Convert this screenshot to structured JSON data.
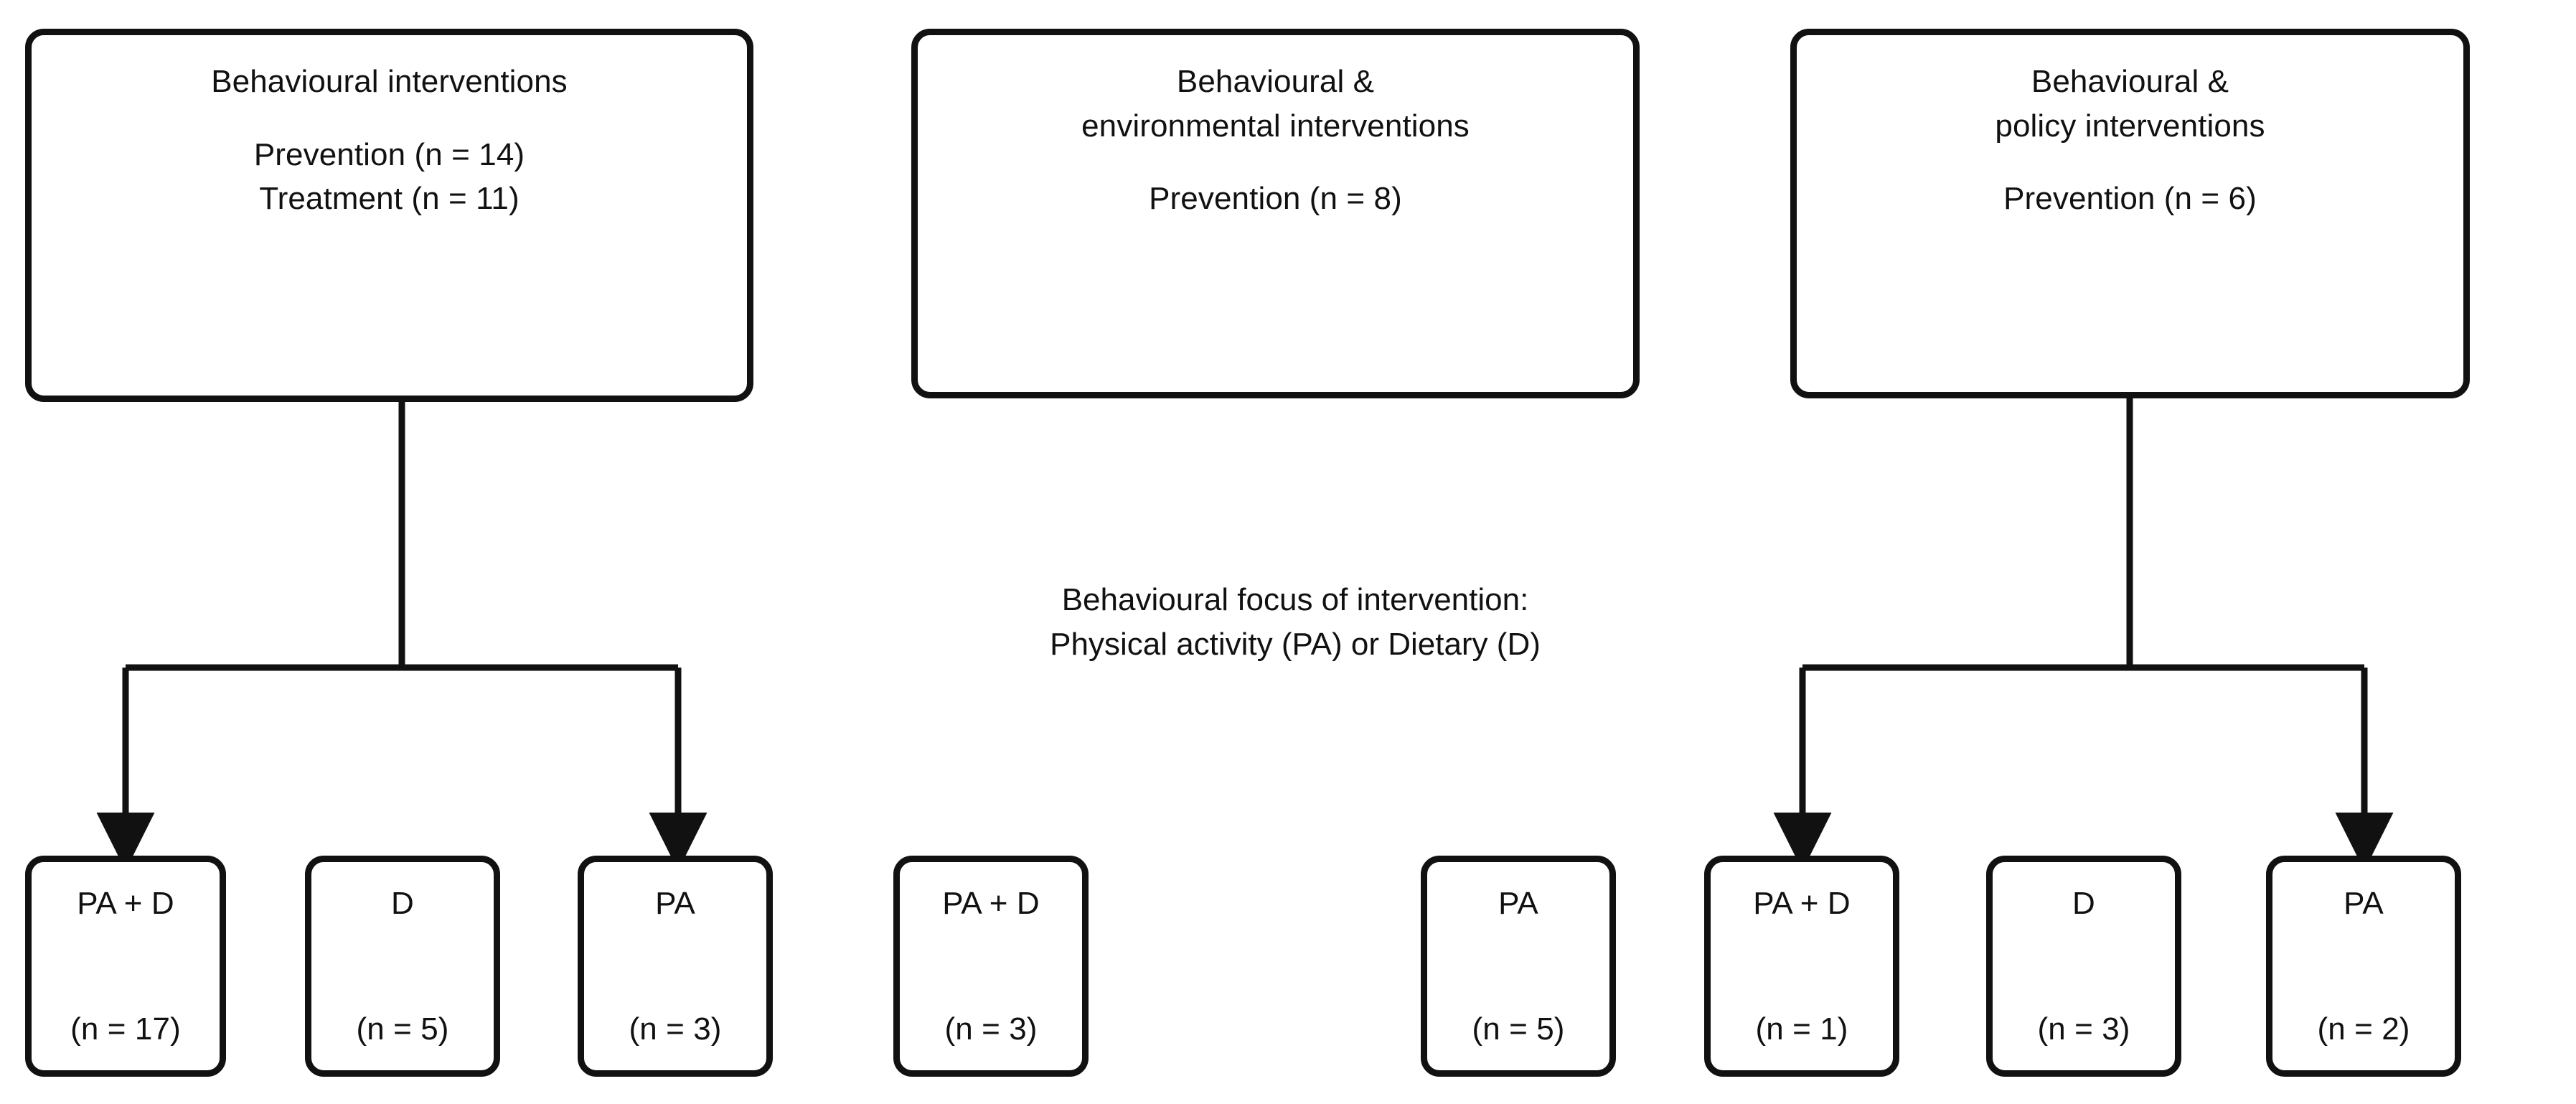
{
  "diagram": {
    "title": "Behavioural focus of intervention flow chart",
    "stroke_color": "#111111",
    "background_color": "#ffffff",
    "top_nodes": [
      {
        "id": "behavioural",
        "title": "Behavioural interventions",
        "line2": "Prevention (n = 14)",
        "line3": "Treatment (n = 11)",
        "prevention_n": 14,
        "treatment_n": 11
      },
      {
        "id": "environmental",
        "title_line1": "Behavioural &",
        "title_line2": "environmental interventions",
        "line3": "Prevention (n = 8)",
        "prevention_n": 8
      },
      {
        "id": "policy",
        "title_line1": "Behavioural &",
        "title_line2": "policy interventions",
        "line3": "Prevention (n = 6)",
        "prevention_n": 6
      }
    ],
    "center_note": {
      "line1": "Behavioural focus of intervention:",
      "line2": "Physical activity (PA) or Dietary (D)"
    },
    "leaf_nodes": [
      {
        "id": "pad-17",
        "label": "PA + D",
        "count": "(n = 17)",
        "n": 17,
        "parent": "behavioural"
      },
      {
        "id": "d-5",
        "label": "D",
        "count": "(n = 5)",
        "n": 5,
        "parent": "behavioural"
      },
      {
        "id": "pa-3",
        "label": "PA",
        "count": "(n = 3)",
        "n": 3,
        "parent": "behavioural"
      },
      {
        "id": "pad-3",
        "label": "PA + D",
        "count": "(n = 3)",
        "n": 3,
        "parent": "environmental"
      },
      {
        "id": "pa-5",
        "label": "PA",
        "count": "(n = 5)",
        "n": 5,
        "parent": "environmental"
      },
      {
        "id": "pad-1",
        "label": "PA + D",
        "count": "(n = 1)",
        "n": 1,
        "parent": "policy"
      },
      {
        "id": "d-3",
        "label": "D",
        "count": "(n = 3)",
        "n": 3,
        "parent": "policy"
      },
      {
        "id": "pa-2",
        "label": "PA",
        "count": "(n = 2)",
        "n": 2,
        "parent": "policy"
      }
    ]
  }
}
